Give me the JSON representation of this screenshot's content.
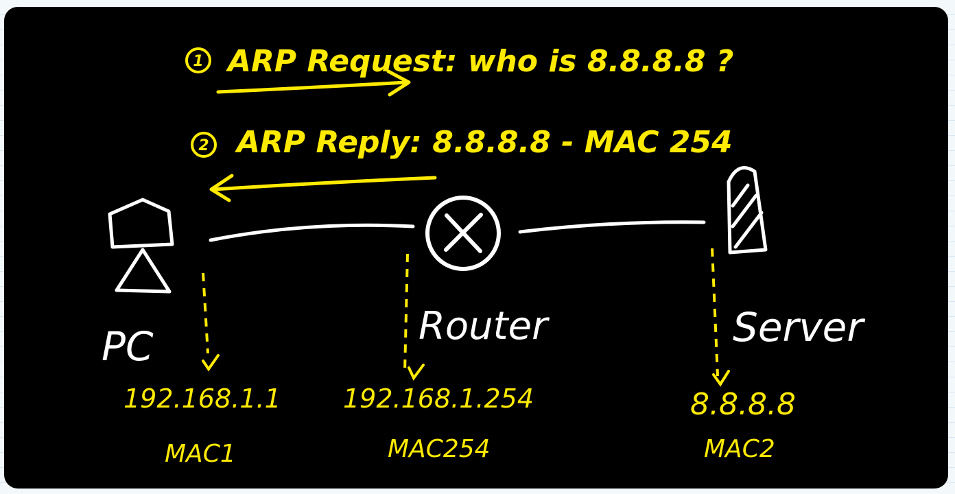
{
  "colors": {
    "ink_white": "#ffffff",
    "ink_yellow": "#ffea00",
    "board": "#000000"
  },
  "messages": {
    "request": {
      "number": "1",
      "text": "ARP Request: who is 8.8.8.8 ?"
    },
    "reply": {
      "number": "2",
      "text": "ARP Reply: 8.8.8.8 - MAC 254"
    }
  },
  "nodes": {
    "pc": {
      "label": "PC",
      "ip": "192.168.1.1",
      "mac": "MAC1",
      "icon": "computer-icon"
    },
    "router": {
      "label": "Router",
      "ip": "192.168.1.254",
      "mac": "MAC254",
      "icon": "router-icon"
    },
    "server": {
      "label": "Server",
      "ip": "8.8.8.8",
      "mac": "MAC2",
      "icon": "server-icon"
    }
  }
}
